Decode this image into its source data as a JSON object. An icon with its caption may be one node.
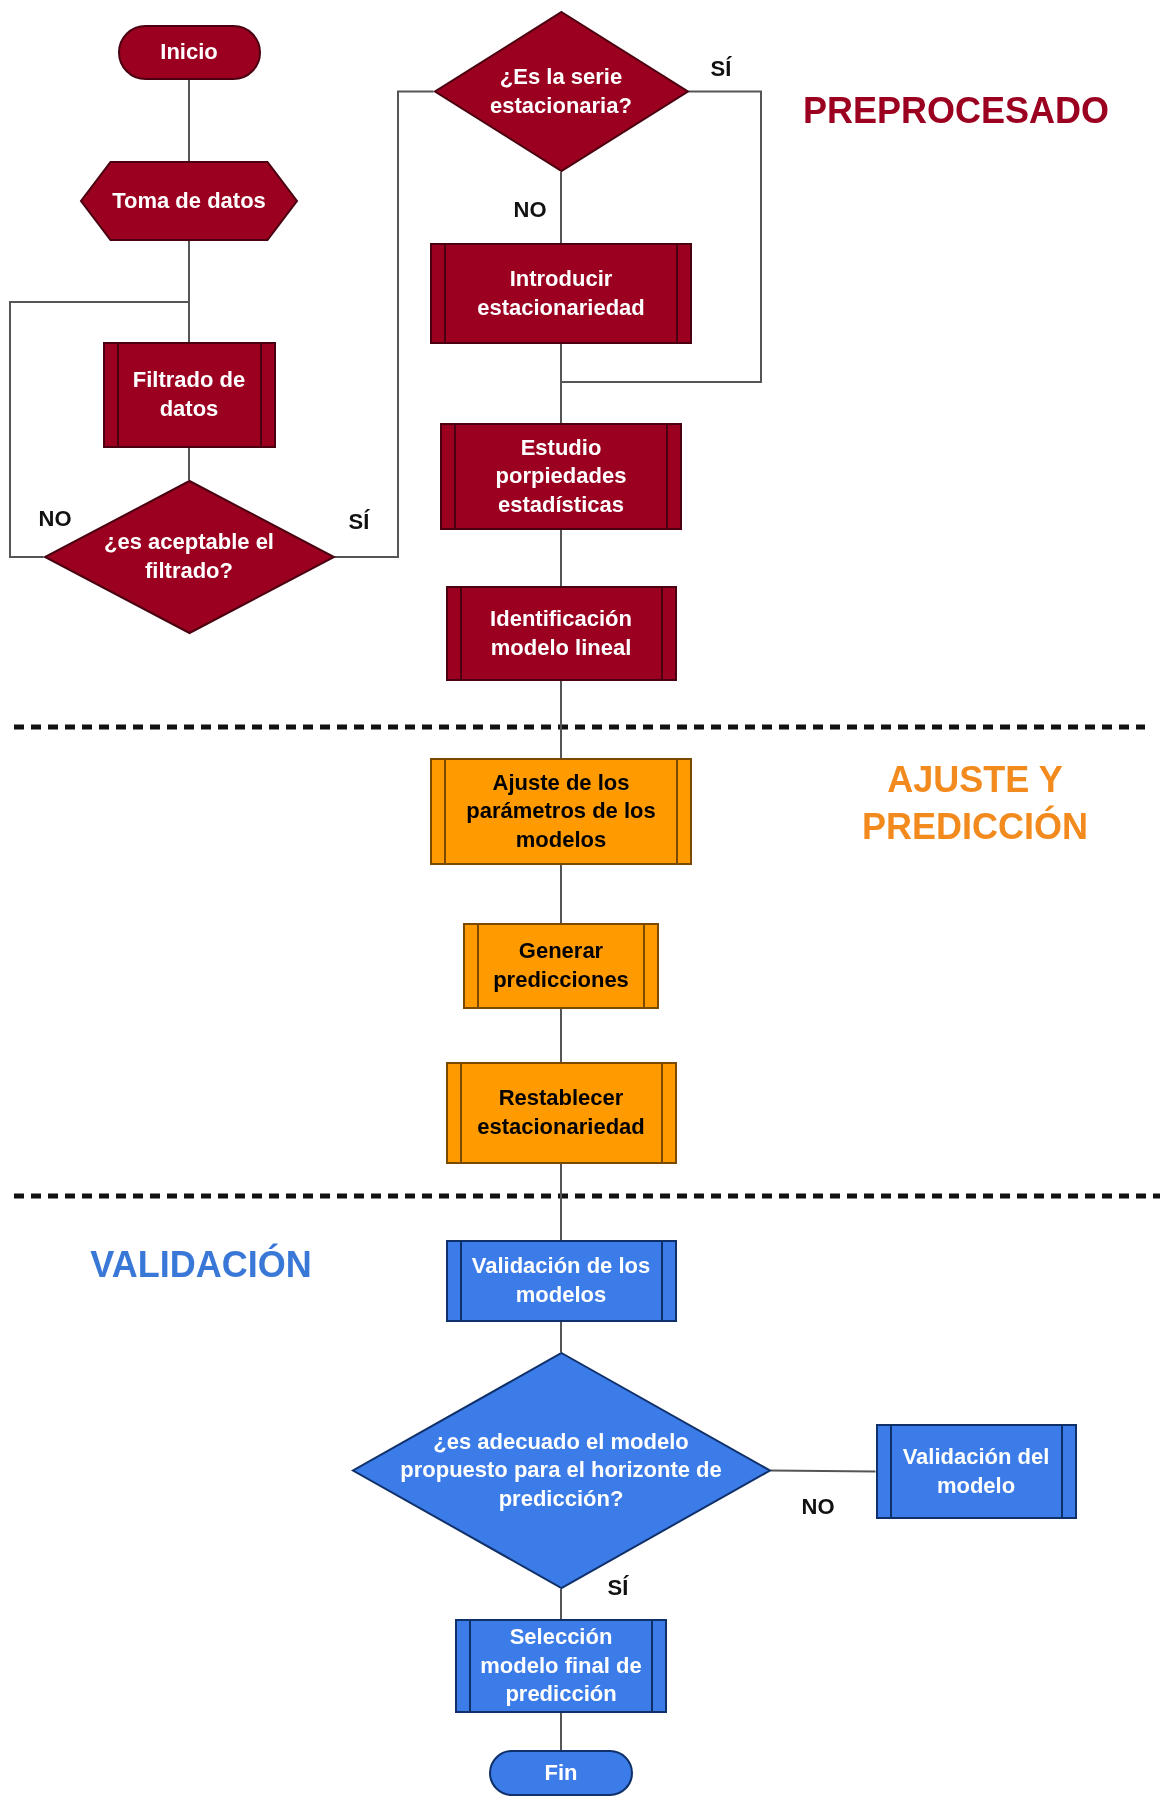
{
  "diagram": {
    "nodes": [
      {
        "text": [
          "Inicio"
        ]
      },
      {
        "text": [
          "Toma de datos"
        ]
      },
      {
        "text": [
          "Filtrado de datos"
        ]
      },
      {
        "text": [
          "¿es aceptable el filtrado?"
        ]
      },
      {
        "text": [
          "¿Es la serie estacionaria?"
        ]
      },
      {
        "text": [
          "Introducir estacionariedad"
        ]
      },
      {
        "text": [
          "Estudio porpiedades estadísticas"
        ]
      },
      {
        "text": [
          "Identificación modelo lineal"
        ]
      },
      {
        "text": [
          "Ajuste de los parámetros de los modelos"
        ]
      },
      {
        "text": [
          "Generar predicciones"
        ]
      },
      {
        "text": [
          "Restablecer estacionariedad"
        ]
      },
      {
        "text": [
          "Validación de los modelos"
        ]
      },
      {
        "text": [
          "¿es adecuado el modelo propuesto para el horizonte de predicción?"
        ]
      },
      {
        "text": [
          "Validación del modelo"
        ]
      },
      {
        "text": [
          "Selección modelo final de predicción"
        ]
      },
      {
        "text": [
          "Fin"
        ]
      }
    ],
    "edges": [
      {
        "from": 0,
        "to": 1,
        "arrow": "none"
      },
      {
        "from": 1,
        "to": 2,
        "arrow": "none"
      },
      {
        "from": 2,
        "to": 3,
        "arrow": "none"
      },
      {
        "from": 3,
        "to": 2,
        "arrow": "none",
        "label": "NO"
      },
      {
        "from": 3,
        "to": 4,
        "arrow": "none",
        "label": "SÍ"
      },
      {
        "from": 4,
        "to": 5,
        "arrow": "none",
        "label": "NO"
      },
      {
        "from": 4,
        "to": 6,
        "arrow": "none",
        "label": "SÍ"
      },
      {
        "from": 5,
        "to": 6,
        "arrow": "none"
      },
      {
        "from": 6,
        "to": 7,
        "arrow": "none"
      },
      {
        "from": 7,
        "to": 8,
        "arrow": "none"
      },
      {
        "from": 8,
        "to": 9,
        "arrow": "none"
      },
      {
        "from": 9,
        "to": 10,
        "arrow": "none"
      },
      {
        "from": 10,
        "to": 11,
        "arrow": "none"
      },
      {
        "from": 11,
        "to": 12,
        "arrow": "none"
      },
      {
        "from": 12,
        "to": 13,
        "arrow": "none",
        "label": "NO"
      },
      {
        "from": 12,
        "to": 14,
        "arrow": "none",
        "label": "SÍ"
      },
      {
        "from": 14,
        "to": 15,
        "arrow": "none"
      }
    ],
    "labels": [
      "PREPROCESADO",
      "AJUSTE Y PREDICCIÓN",
      "VALIDACIÓN"
    ]
  }
}
